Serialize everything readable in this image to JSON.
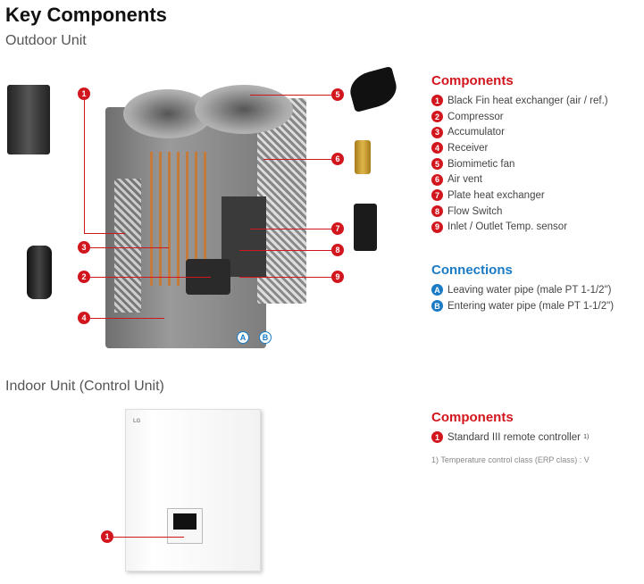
{
  "title": "Key Components",
  "outdoor": {
    "heading": "Outdoor Unit",
    "components_title": "Components",
    "components": [
      {
        "n": "1",
        "label": "Black Fin heat exchanger (air / ref.)"
      },
      {
        "n": "2",
        "label": "Compressor"
      },
      {
        "n": "3",
        "label": "Accumulator"
      },
      {
        "n": "4",
        "label": "Receiver"
      },
      {
        "n": "5",
        "label": "Biomimetic fan"
      },
      {
        "n": "6",
        "label": "Air vent"
      },
      {
        "n": "7",
        "label": "Plate heat exchanger"
      },
      {
        "n": "8",
        "label": "Flow Switch"
      },
      {
        "n": "9",
        "label": "Inlet / Outlet Temp. sensor"
      }
    ],
    "connections_title": "Connections",
    "connections": [
      {
        "n": "A",
        "label": "Leaving water pipe (male PT 1-1/2\")"
      },
      {
        "n": "B",
        "label": "Entering water pipe (male PT 1-1/2\")"
      }
    ]
  },
  "indoor": {
    "heading": "Indoor Unit (Control Unit)",
    "components_title": "Components",
    "components": [
      {
        "n": "1",
        "label": "Standard III remote controller",
        "sup": "1)"
      }
    ],
    "footnote": "1) Temperature control class (ERP class) : V",
    "logo": "LG"
  },
  "colors": {
    "accent_red": "#d2161e",
    "accent_blue": "#1a7bc4"
  }
}
